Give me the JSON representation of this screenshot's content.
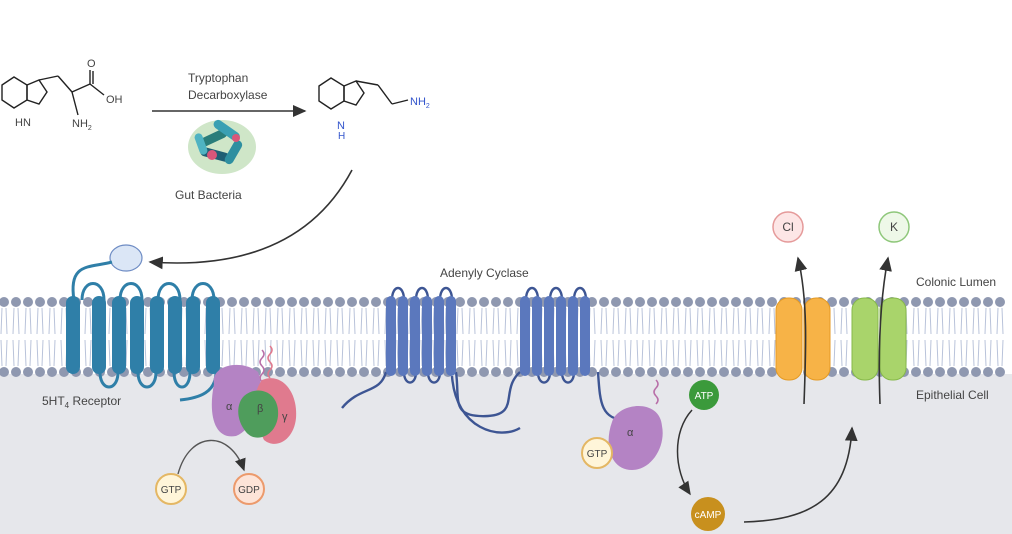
{
  "reaction": {
    "enzyme_line1": "Tryptophan",
    "enzyme_line2": "Decarboxylase",
    "bacteria_label": "Gut Bacteria",
    "tryptophan": {
      "o": "O",
      "oh": "OH",
      "hn": "HN",
      "nh2": "NH",
      "nh2_sub": "2"
    },
    "tryptamine": {
      "nh2": "NH",
      "nh2_sub": "2",
      "n": "N",
      "h": "H"
    }
  },
  "membrane": {
    "lumen_label": "Colonic Lumen",
    "cell_label": "Epithelial Cell"
  },
  "receptor": {
    "label": "5HT",
    "label_sub": "4",
    "label_tail": " Receptor",
    "g_alpha": "α",
    "g_beta": "β",
    "g_gamma": "γ",
    "gtp": "GTP",
    "gdp": "GDP"
  },
  "cyclase": {
    "label": "Adenyly Cyclase",
    "g_alpha": "α",
    "gtp": "GTP",
    "atp": "ATP",
    "camp": "cAMP"
  },
  "ions": {
    "cl": "Cl",
    "k": "K"
  },
  "colors": {
    "receptor": "#2f7fa8",
    "cyclase": "#5b78bd",
    "lipid_head": "#8f98b0",
    "cytosol": "#e6e7eb",
    "g_alpha": "#b483c4",
    "g_beta": "#4f9d5c",
    "g_gamma": "#e07a8e",
    "atp": "#3b9a3b",
    "camp": "#c8901e",
    "channel_orange": "#f7b347",
    "channel_green": "#a9d46b"
  }
}
